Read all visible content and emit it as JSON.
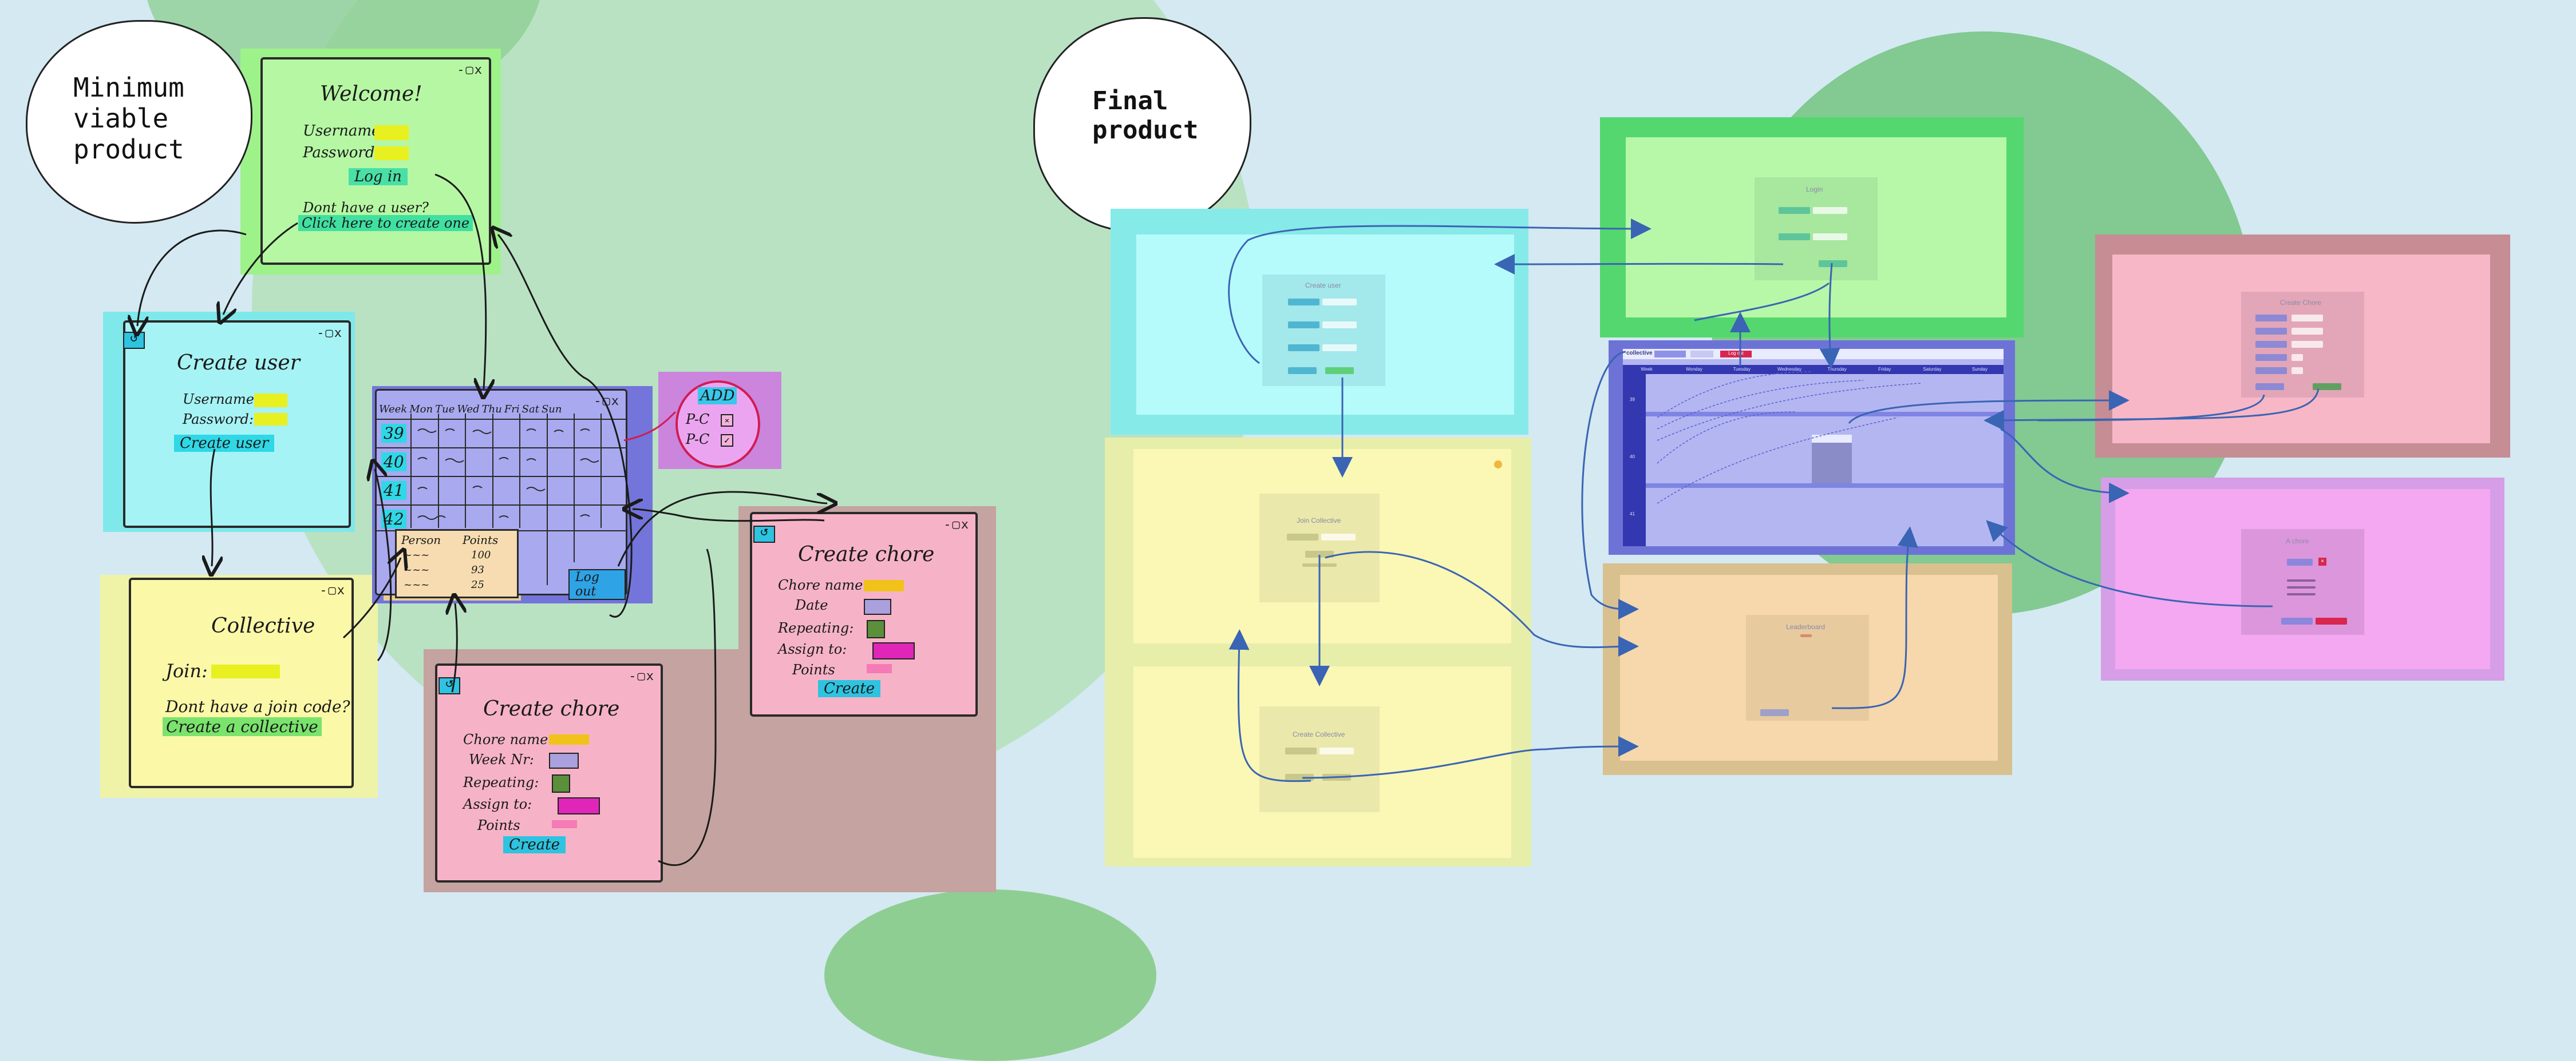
{
  "bubbles": {
    "mvp": "Minimum\nviable\nproduct",
    "final": "Final\nproduct"
  },
  "mvp": {
    "welcome": {
      "title": "Welcome!",
      "username": "Username:",
      "password": "Password:",
      "login": "Log in",
      "no_user": "Dont have a user?",
      "create_link": "Click here to create one"
    },
    "create_user": {
      "title": "Create user",
      "username": "Username:",
      "password": "Password:",
      "button": "Create user"
    },
    "collective": {
      "title": "Collective",
      "join": "Join:",
      "no_code": "Dont have a join code?",
      "create": "Create a collective"
    },
    "calendar": {
      "headers": [
        "Week",
        "Mon",
        "Tue",
        "Wed",
        "Thu",
        "Fri",
        "Sat",
        "Sun"
      ],
      "weeks": [
        "39",
        "40",
        "41",
        "42"
      ],
      "logout": "Log out"
    },
    "points": {
      "headers": [
        "Person",
        "Points"
      ],
      "rows": [
        [
          "~~~",
          "100"
        ],
        [
          "~~~",
          "93"
        ],
        [
          "~~~",
          "25"
        ]
      ]
    },
    "add": {
      "title": "ADD",
      "rows": [
        "P-C",
        "P-C"
      ]
    },
    "create_chore_right": {
      "title": "Create chore",
      "name": "Chore name:",
      "date": "Date",
      "repeating": "Repeating:",
      "assign": "Assign to:",
      "points": "Points",
      "button": "Create"
    },
    "create_chore_bottom": {
      "title": "Create chore",
      "name": "Chore name:",
      "week": "Week Nr:",
      "repeating": "Repeating:",
      "assign": "Assign to:",
      "points": "Points",
      "button": "Create"
    }
  },
  "final": {
    "login": {
      "title": "Login"
    },
    "create_user": {
      "title": "Create user"
    },
    "join_collective": {
      "title": "Join Collective"
    },
    "create_collective": {
      "title": "Create Collective"
    },
    "calendar": {
      "brand": "collective",
      "logout": "Log out",
      "days": [
        "Week",
        "Monday",
        "Tuesday",
        "Wednesday",
        "Thursday",
        "Friday",
        "Saturday",
        "Sunday"
      ],
      "weeks": [
        "39",
        "40",
        "41"
      ]
    },
    "leaderboard": {
      "title": "Leaderboard"
    },
    "create_chore": {
      "title": "Create Chore"
    },
    "add_chore": {
      "title": "A chore"
    }
  },
  "colors": {
    "background": "#d4e9f2",
    "circle": "#8fcf8f",
    "green_frame": "#5fd07a",
    "cyan_frame": "#7de6e8",
    "yellow_frame": "#eef3a8",
    "blue_frame": "#7275d8",
    "orange_frame": "#e8d29a",
    "pink_frame": "#d58ea2",
    "magenta_frame": "#dd9ae8"
  }
}
